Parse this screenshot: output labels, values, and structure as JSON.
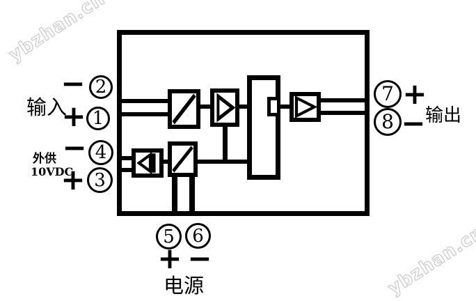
{
  "watermark": {
    "text": "ybzhan.cn",
    "color": "#cccccc",
    "positions": [
      "top-left",
      "bottom-right"
    ]
  },
  "labels": {
    "input": "输入",
    "aux_supply_line1": "外供",
    "aux_supply_line2": "10VDC",
    "output": "输出",
    "power": "电源"
  },
  "terminals": {
    "t1": {
      "number": "1",
      "sign": "+"
    },
    "t2": {
      "number": "2",
      "sign": "−"
    },
    "t3": {
      "number": "3",
      "sign": "+"
    },
    "t4": {
      "number": "4",
      "sign": "−"
    },
    "t5": {
      "number": "5",
      "sign": "+"
    },
    "t6": {
      "number": "6",
      "sign": "−"
    },
    "t7": {
      "number": "7",
      "sign": "+"
    },
    "t8": {
      "number": "8",
      "sign": "−"
    }
  },
  "symbols": {
    "input_modulator": "diagonal-line-box",
    "input_amplifier": "right-triangle-box",
    "isolation_transformer": "tall-rectangle-with-tab",
    "output_amplifier": "right-triangle-box",
    "supply_regulator": "left-triangle-bar-box",
    "supply_modulator": "diagonal-line-box"
  },
  "colors": {
    "line": "#000000",
    "background": "#ffffff",
    "watermark": "#cccccc"
  }
}
